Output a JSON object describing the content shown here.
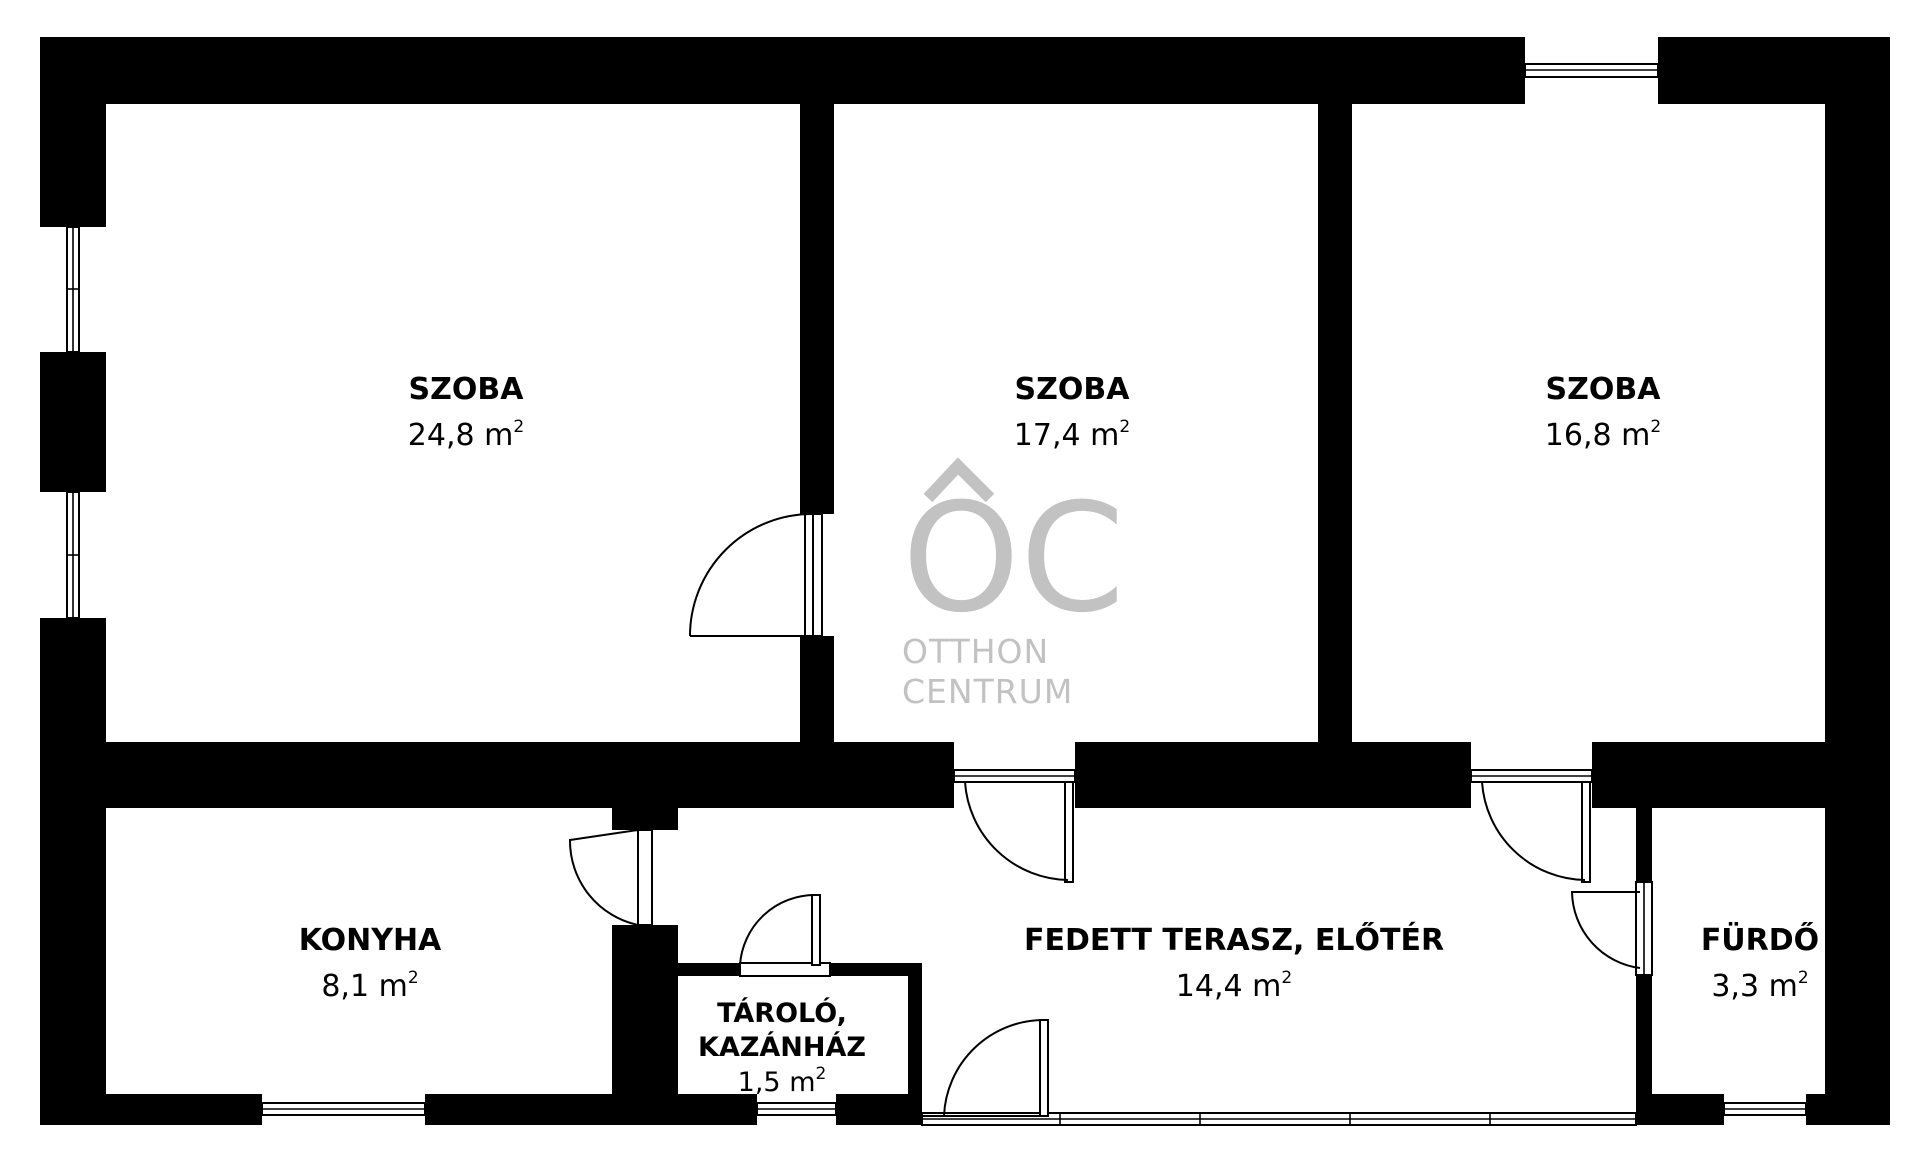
{
  "rooms": [
    {
      "id": "szoba-1",
      "name": "SZOBA",
      "area": "24,8 m",
      "unit_sup": "2"
    },
    {
      "id": "szoba-2",
      "name": "SZOBA",
      "area": "17,4 m",
      "unit_sup": "2"
    },
    {
      "id": "szoba-3",
      "name": "SZOBA",
      "area": "16,8 m",
      "unit_sup": "2"
    },
    {
      "id": "konyha",
      "name": "KONYHA",
      "area": "8,1 m",
      "unit_sup": "2"
    },
    {
      "id": "terasz",
      "name": "FEDETT TERASZ, ELŐTÉR",
      "area": "14,4 m",
      "unit_sup": "2"
    },
    {
      "id": "furdo",
      "name": "FÜRDŐ",
      "area": "3,3 m",
      "unit_sup": "2"
    },
    {
      "id": "tarolo",
      "name_line1": "TÁROLÓ,",
      "name_line2": "KAZÁNHÁZ",
      "area": "1,5 m",
      "unit_sup": "2"
    }
  ],
  "logo": {
    "mark": "OC",
    "line1": "OTTHON",
    "line2": "CENTRUM",
    "color": "#c2c2c2"
  },
  "colors": {
    "wall": "#000000",
    "background": "#ffffff"
  }
}
